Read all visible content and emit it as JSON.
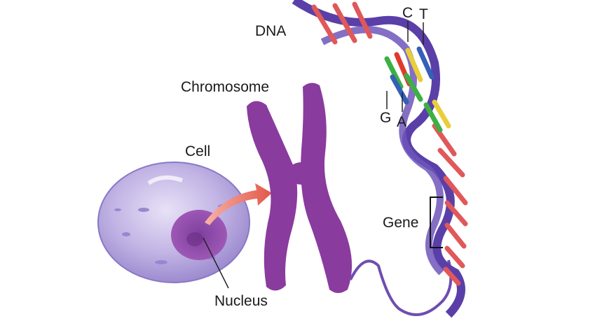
{
  "labels": {
    "dna": "DNA",
    "chromosome": "Chromosome",
    "cell": "Cell",
    "nucleus": "Nucleus",
    "gene": "Gene",
    "base_c": "C",
    "base_t": "T",
    "base_g": "G",
    "base_a": "A"
  },
  "colors": {
    "backbone": "#5a3fa8",
    "rung": "#e0585a",
    "chromosome": "#8a3b9e",
    "cell": "#b3a3dc",
    "nucleus": "#8e4ea6",
    "arrow": "#e46a5a",
    "base_c": "#e03a2c",
    "base_t": "#e8cf3a",
    "base_g": "#3cb044",
    "base_a": "#3560b8"
  },
  "icons": [
    "cell-icon",
    "chromosome-icon",
    "dna-helix-icon",
    "arrow-icon"
  ]
}
